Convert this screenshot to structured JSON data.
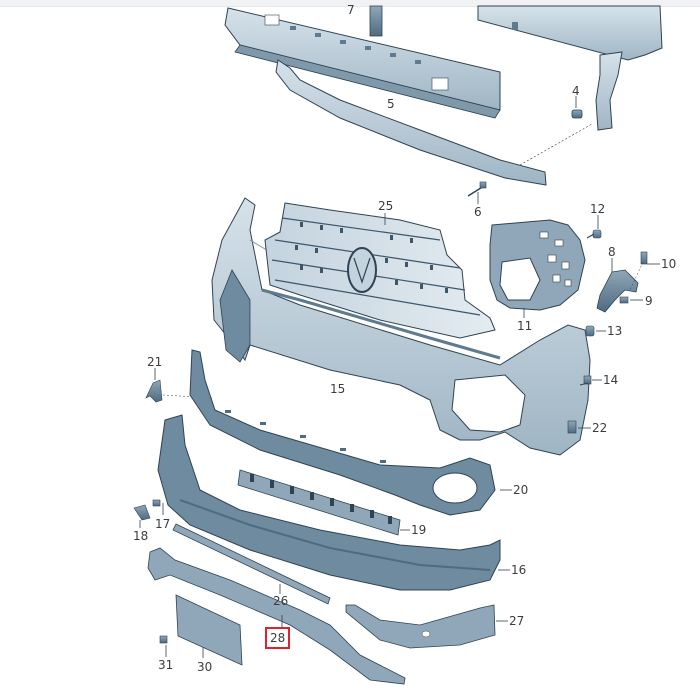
{
  "diagram": {
    "type": "exploded-parts-diagram",
    "subject": "front bumper assembly",
    "colors": {
      "part_fill": "#b9cad6",
      "part_fill_dark": "#5e7b8f",
      "part_stroke": "#2f4352",
      "highlight": "#e0202a",
      "label_text": "#3a3d40"
    },
    "highlighted_callout": "28",
    "callouts": [
      {
        "id": "7",
        "label": "7"
      },
      {
        "id": "5",
        "label": "5"
      },
      {
        "id": "4",
        "label": "4"
      },
      {
        "id": "6",
        "label": "6"
      },
      {
        "id": "25",
        "label": "25"
      },
      {
        "id": "12",
        "label": "12"
      },
      {
        "id": "8",
        "label": "8"
      },
      {
        "id": "10",
        "label": "10"
      },
      {
        "id": "9",
        "label": "9"
      },
      {
        "id": "11",
        "label": "11"
      },
      {
        "id": "13",
        "label": "13"
      },
      {
        "id": "21",
        "label": "21"
      },
      {
        "id": "15",
        "label": "15"
      },
      {
        "id": "14",
        "label": "14"
      },
      {
        "id": "22",
        "label": "22"
      },
      {
        "id": "20",
        "label": "20"
      },
      {
        "id": "17",
        "label": "17"
      },
      {
        "id": "18",
        "label": "18"
      },
      {
        "id": "19",
        "label": "19"
      },
      {
        "id": "16",
        "label": "16"
      },
      {
        "id": "26",
        "label": "26"
      },
      {
        "id": "27",
        "label": "27"
      },
      {
        "id": "28",
        "label": "28"
      },
      {
        "id": "31",
        "label": "31"
      },
      {
        "id": "30",
        "label": "30"
      }
    ]
  }
}
